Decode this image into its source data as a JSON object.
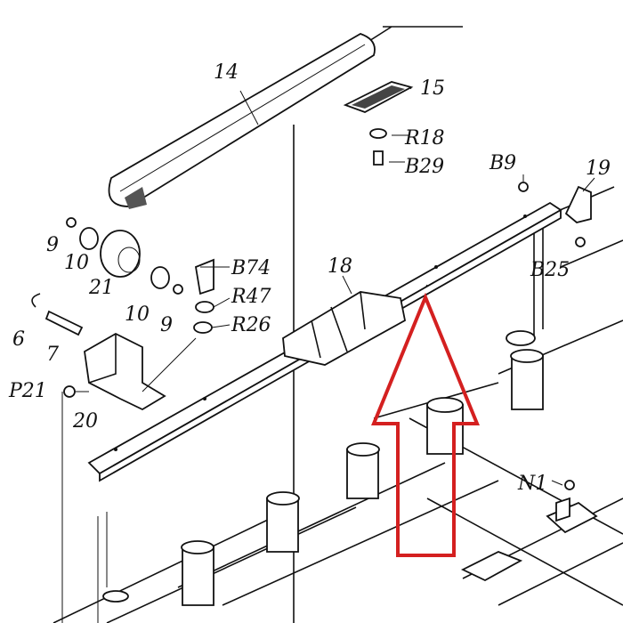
{
  "diagram": {
    "type": "exploded-parts-diagram",
    "labels": {
      "p14": "14",
      "p15": "15",
      "r18": "R18",
      "b29": "B29",
      "b9": "B9",
      "p19": "19",
      "p9a": "9",
      "p10a": "10",
      "p21": "21",
      "p10b": "10",
      "p9b": "9",
      "b74": "B74",
      "r47": "R47",
      "r26": "R26",
      "p18": "18",
      "b25": "B25",
      "p6": "6",
      "p7": "7",
      "p21b": "P21",
      "p20": "20",
      "n1": "N1"
    },
    "highlight_arrow": {
      "color": "#d42020",
      "direction": "up"
    }
  }
}
